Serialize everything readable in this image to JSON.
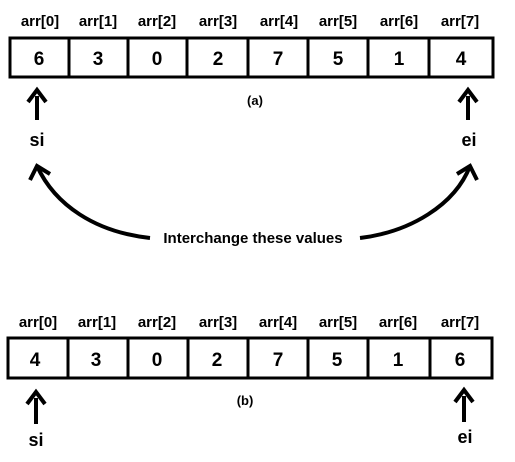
{
  "panels": [
    {
      "id": "a",
      "caption": "(a)",
      "indices": [
        "arr[0]",
        "arr[1]",
        "arr[2]",
        "arr[3]",
        "arr[4]",
        "arr[5]",
        "arr[6]",
        "arr[7]"
      ],
      "values": [
        "6",
        "3",
        "0",
        "2",
        "7",
        "5",
        "1",
        "4"
      ],
      "start_label": "si",
      "end_label": "ei"
    },
    {
      "id": "b",
      "caption": "(b)",
      "indices": [
        "arr[0]",
        "arr[1]",
        "arr[2]",
        "arr[3]",
        "arr[4]",
        "arr[5]",
        "arr[6]",
        "arr[7]"
      ],
      "values": [
        "4",
        "3",
        "0",
        "2",
        "7",
        "5",
        "1",
        "6"
      ],
      "start_label": "si",
      "end_label": "ei"
    }
  ],
  "swap_note": "Interchange these  values",
  "colors": {
    "stroke": "#000000",
    "background": "#ffffff"
  }
}
